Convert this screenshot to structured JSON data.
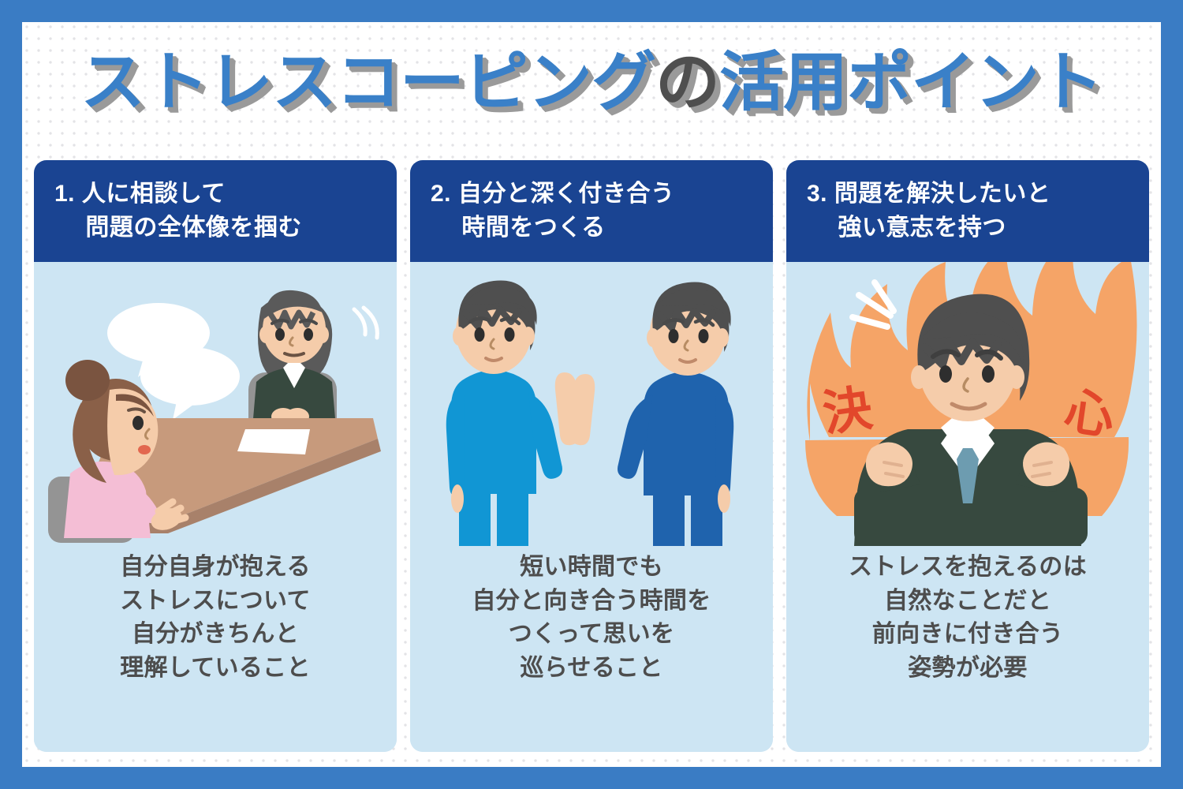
{
  "page": {
    "title": {
      "segments": [
        {
          "text": "ストレスコーピング",
          "color_role": "blue"
        },
        {
          "text": "の",
          "color_role": "gray"
        },
        {
          "text": "活用ポイント",
          "color_role": "blue"
        }
      ],
      "full_text": "ストレスコーピングの活用ポイント"
    },
    "colors": {
      "outer_border": "#3a7cc4",
      "paper": "#ffffff",
      "dot_pattern": "#e3e3e6",
      "card_header": "#1a4492",
      "card_body": "#cde5f3",
      "title_blue": "#3a80c8",
      "title_gray": "#4f4f4f",
      "title_shadow": "#9a9a9a",
      "caption_text": "#4d4d4d",
      "kanji_red": "#e2472b",
      "flame_orange": "#f5a467",
      "suit_dark": "#37493f",
      "shirt_blue_light": "#1196d4",
      "shirt_blue_dark": "#1f63ad",
      "skin": "#f5ccaa",
      "hair_dark": "#4f4f4f",
      "hair_brown": "#8a6048",
      "blouse_pink": "#f4bed5",
      "table_brown": "#c79a7c",
      "chair_gray": "#949494"
    }
  },
  "cards": [
    {
      "number": "1.",
      "header_lines": "1. 人に相談して\n　 問題の全体像を掴む",
      "header_text": "1. 人に相談して 問題の全体像を掴む",
      "illustration_name": "consultation-illustration",
      "illustration_description": "女性が男性に相談している場面",
      "caption_lines": "自分自身が抱える\nストレスについて\n自分がきちんと\n理解していること",
      "caption_text": "自分自身が抱えるストレスについて自分がきちんと理解していること"
    },
    {
      "number": "2.",
      "header_lines": "2. 自分と深く付き合う\n　 時間をつくる",
      "header_text": "2. 自分と深く付き合う 時間をつくる",
      "illustration_name": "two-people-palms-illustration",
      "illustration_description": "青い服の二人が手のひらを合わせている場面",
      "caption_lines": "短い時間でも\n自分と向き合う時間を\nつくって思いを\n巡らせること",
      "caption_text": "短い時間でも自分と向き合う時間をつくって思いを巡らせること"
    },
    {
      "number": "3.",
      "header_lines": "3. 問題を解決したいと\n　 強い意志を持つ",
      "header_text": "3. 問題を解決したいと 強い意志を持つ",
      "illustration_name": "determined-man-illustration",
      "illustration_description": "炎を背にこぶしを握る男性",
      "kanji_left": "決",
      "kanji_right": "心",
      "caption_lines": "ストレスを抱えるのは\n自然なことだと\n前向きに付き合う\n姿勢が必要",
      "caption_text": "ストレスを抱えるのは自然なことだと前向きに付き合う姿勢が必要"
    }
  ]
}
